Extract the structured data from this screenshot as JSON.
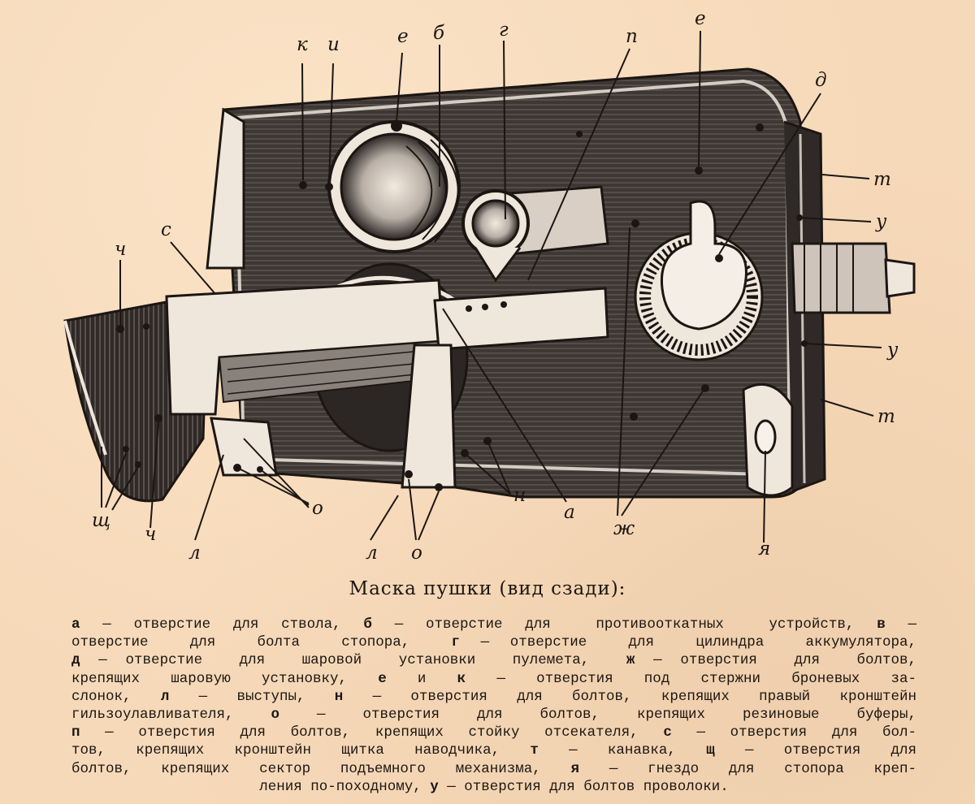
{
  "figure": {
    "labels": {
      "k": "к",
      "i": "и",
      "e_top": "е",
      "b": "б",
      "g": "г",
      "p_top": "п",
      "e_top2": "е",
      "d": "д",
      "t_top": "т",
      "u_top": "у",
      "u_mid": "у",
      "t_bottom": "т",
      "s": "с",
      "ch_left": "ч",
      "shch": "щ",
      "ch_bottom": "ч",
      "l_left": "л",
      "o_right": "о",
      "l_right": "л",
      "o_bottom": "о",
      "n": "н",
      "a": "а",
      "zh": "ж",
      "ya": "я"
    }
  },
  "caption": "Маска пушки (вид сзади):",
  "legend": {
    "lines": [
      [
        {
          "t": "а",
          "b": true
        },
        {
          "t": " — отверстие для ствола, "
        },
        {
          "t": "б",
          "b": true
        },
        {
          "t": " — отверстие для  противооткатных  устройств, "
        },
        {
          "t": "в",
          "b": true
        },
        {
          "t": " —"
        }
      ],
      [
        {
          "t": "отверстие  для  болта  стопора,  "
        },
        {
          "t": "г",
          "b": true
        },
        {
          "t": " — отверстие  для  цилиндра  аккумулятора,"
        }
      ],
      [
        {
          "t": "д",
          "b": true
        },
        {
          "t": " — отверстие  для  шаровой  установки  пулемета,  "
        },
        {
          "t": "ж",
          "b": true
        },
        {
          "t": " — отверстия  для  болтов,"
        }
      ],
      [
        {
          "t": "крепящих шаровую установку, "
        },
        {
          "t": "е",
          "b": true
        },
        {
          "t": " и "
        },
        {
          "t": "к",
          "b": true
        },
        {
          "t": " — отверстия под стержни броневых за-"
        }
      ],
      [
        {
          "t": "слонок, "
        },
        {
          "t": "л",
          "b": true
        },
        {
          "t": " — выступы, "
        },
        {
          "t": "н",
          "b": true
        },
        {
          "t": " — отверстия для болтов, крепящих правый кронштейн"
        }
      ],
      [
        {
          "t": "гильзоулавливателя, "
        },
        {
          "t": "о",
          "b": true
        },
        {
          "t": " — отверстия для болтов, крепящих резиновые буферы,"
        }
      ],
      [
        {
          "t": "п",
          "b": true
        },
        {
          "t": " — отверстия для болтов, крепящих стойку отсекателя, "
        },
        {
          "t": "с",
          "b": true
        },
        {
          "t": " — отверстия для бол-"
        }
      ],
      [
        {
          "t": "тов, крепящих кронштейн щитка наводчика, "
        },
        {
          "t": "т",
          "b": true
        },
        {
          "t": " — канавка, "
        },
        {
          "t": "щ",
          "b": true
        },
        {
          "t": " — отверстия для"
        }
      ],
      [
        {
          "t": "болтов, крепящих сектор подъемного механизма, "
        },
        {
          "t": "я",
          "b": true
        },
        {
          "t": " — гнездо для стопора креп-"
        }
      ],
      [
        {
          "t": "ления по-походному, "
        },
        {
          "t": "у",
          "b": true
        },
        {
          "t": " — отверстия для болтов проволоки."
        }
      ]
    ]
  },
  "colors": {
    "paper": "#f6d9b9",
    "ink": "#1c1612",
    "metal_dark": "#3a3432",
    "metal_mid": "#5a5350",
    "highlight": "#efe6dc"
  }
}
